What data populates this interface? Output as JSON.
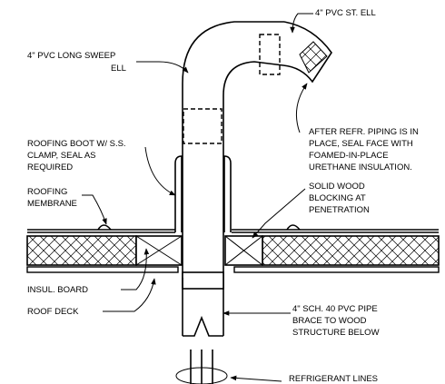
{
  "labels": {
    "st_ell": "4\" PVC ST. ELL",
    "long_sweep_1": "4\" PVC LONG SWEEP",
    "long_sweep_2": "ELL",
    "after_1": "AFTER REFR. PIPING IS IN",
    "after_2": "PLACE, SEAL FACE WITH",
    "after_3": "FOAMED-IN-PLACE",
    "after_4": "URETHANE INSULATION.",
    "boot_1": "ROOFING BOOT W/ S.S.",
    "boot_2": "CLAMP, SEAL AS",
    "boot_3": "REQUIRED",
    "membrane_1": "ROOFING",
    "membrane_2": "MEMBRANE",
    "blocking_1": "SOLID WOOD",
    "blocking_2": "BLOCKING AT",
    "blocking_3": "PENETRATION",
    "insul_board": "INSUL. BOARD",
    "roof_deck": "ROOF DECK",
    "pipe_1": "4\" SCH. 40 PVC PIPE",
    "pipe_2": "BRACE TO WOOD",
    "pipe_3": "STRUCTURE BELOW",
    "refrigerant": "REFRIGERANT LINES"
  }
}
